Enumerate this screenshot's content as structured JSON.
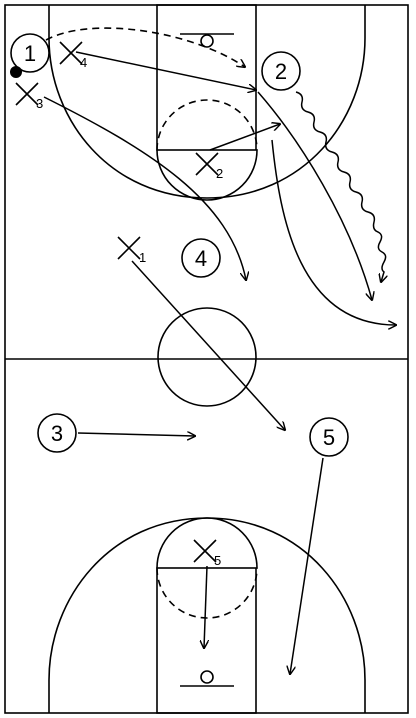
{
  "diagram": {
    "offense": [
      {
        "id": "o1",
        "label": "1",
        "has_ball": true
      },
      {
        "id": "o2",
        "label": "2"
      },
      {
        "id": "o3",
        "label": "3"
      },
      {
        "id": "o4",
        "label": "4"
      },
      {
        "id": "o5",
        "label": "5"
      }
    ],
    "defense": [
      {
        "id": "x1",
        "label": "1"
      },
      {
        "id": "x2",
        "label": "2"
      },
      {
        "id": "x3",
        "label": "3"
      },
      {
        "id": "x4",
        "label": "4"
      },
      {
        "id": "x5",
        "label": "5"
      }
    ],
    "actions": [
      {
        "from": "o1",
        "to": "o2",
        "type": "pass"
      },
      {
        "from": "o2",
        "type": "dribble"
      },
      {
        "from": "x4",
        "type": "cut"
      },
      {
        "from": "x3",
        "type": "cut"
      },
      {
        "from": "x2",
        "type": "cut"
      },
      {
        "from": "x1",
        "type": "cut"
      },
      {
        "from": "o3",
        "type": "cut"
      },
      {
        "from": "o5",
        "type": "cut"
      },
      {
        "from": "x5",
        "type": "cut"
      }
    ]
  }
}
